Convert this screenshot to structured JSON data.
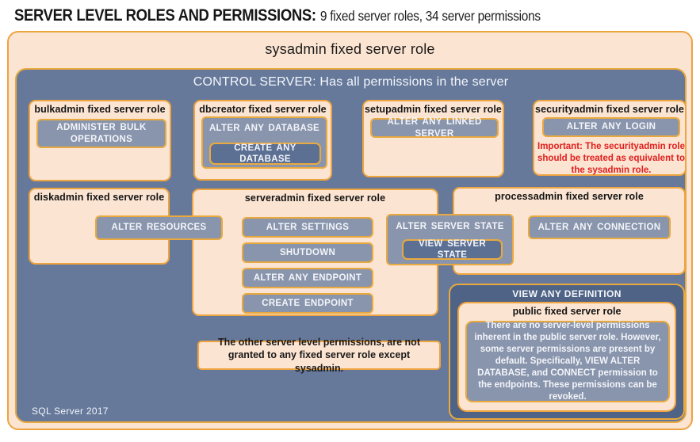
{
  "title": {
    "main": "SERVER LEVEL ROLES AND PERMISSIONS:",
    "sub": "9 fixed server roles, 34 server permissions"
  },
  "sysadmin": {
    "title": "sysadmin fixed server role"
  },
  "control_server": {
    "title": "CONTROL SERVER: Has all permissions in the server",
    "footer": "SQL Server 2017"
  },
  "roles": {
    "bulkadmin": {
      "title": "bulkadmin fixed server role",
      "permission": "ADMINISTER BULK OPERATIONS"
    },
    "dbcreator": {
      "title": "dbcreator fixed server role",
      "permission": "ALTER ANY DATABASE",
      "nested": "CREATE ANY DATABASE"
    },
    "setupadmin": {
      "title": "setupadmin fixed server role",
      "permission": "ALTER ANY LINKED SERVER"
    },
    "securityadmin": {
      "title": "securityadmin fixed server role",
      "permission": "ALTER ANY LOGIN",
      "warning": "Important: The securityadmin role should be treated as equivalent to the sysadmin role."
    },
    "diskadmin": {
      "title": "diskadmin fixed server role",
      "permission": "ALTER RESOURCES"
    },
    "serveradmin": {
      "title": "serveradmin fixed server role",
      "permissions": [
        "ALTER SETTINGS",
        "SHUTDOWN",
        "ALTER ANY ENDPOINT",
        "CREATE ENDPOINT"
      ],
      "bridge_permission": "ALTER SERVER STATE",
      "bridge_nested": "VIEW SERVER STATE"
    },
    "processadmin": {
      "title": "processadmin fixed server role",
      "permission": "ALTER ANY CONNECTION"
    }
  },
  "notes": {
    "other_permissions": "The other server level permissions, are not granted to any fixed server role except sysadmin."
  },
  "view_any_definition": {
    "title": "VIEW ANY DEFINITION",
    "public_role": {
      "title": "public fixed server role",
      "body": "There are no server-level permissions inherent in the public server role. However, some server permissions are present by default. Specifically, VIEW ALTER DATABASE, and CONNECT permission to the endpoints. These permissions can be revoked."
    }
  },
  "colors": {
    "peach": "#FBE4D1",
    "gold_border": "#EEA43F",
    "control_blue": "#66799B",
    "permission_fill": "#8995AD",
    "permission_dark_fill": "#5C7094",
    "definition_panel": "#4F6386",
    "warning_red": "#E11E1E"
  }
}
